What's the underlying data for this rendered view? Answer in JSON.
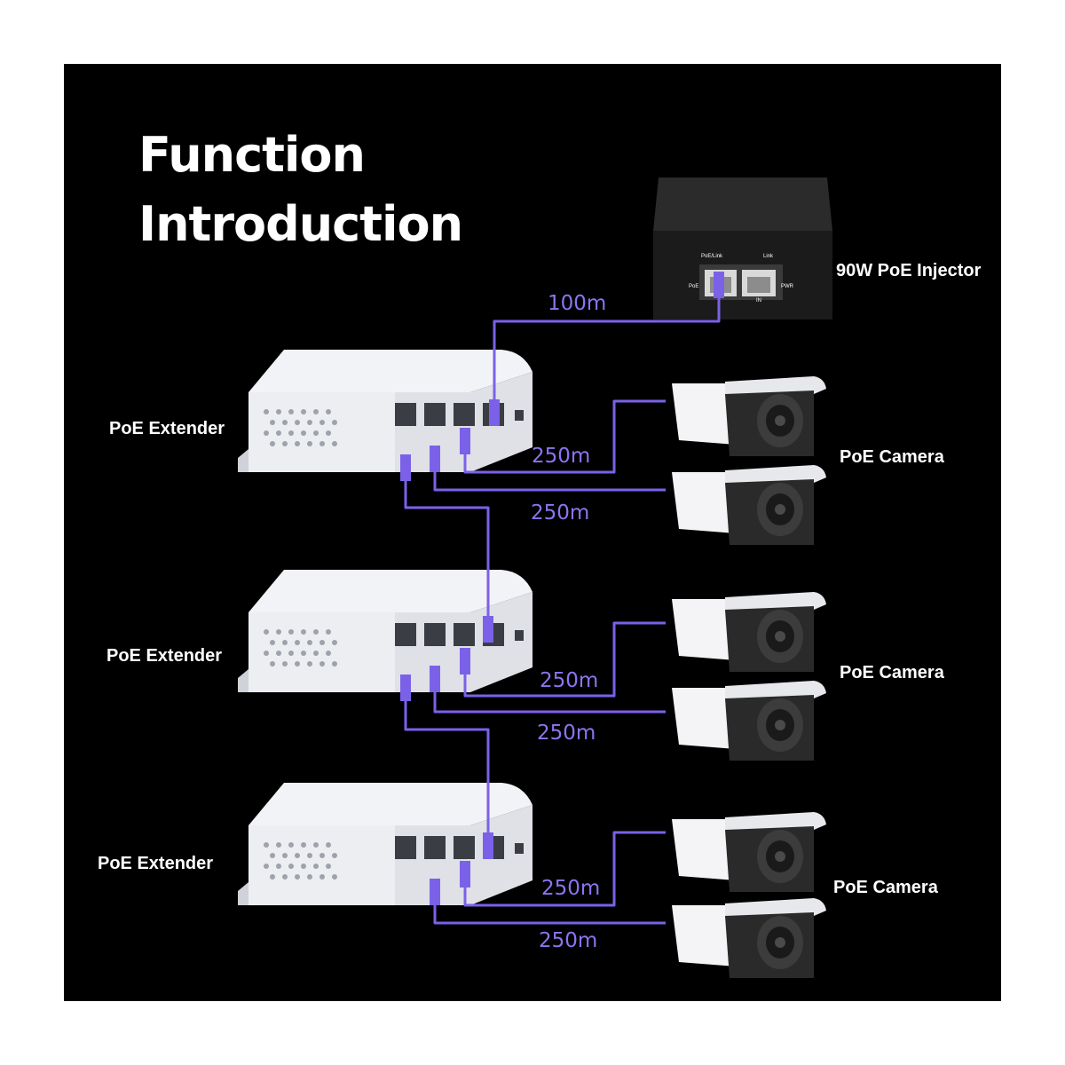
{
  "title": {
    "line1": "Function",
    "line2": "Introduction"
  },
  "colors": {
    "background": "#000000",
    "cable": "#7b61e8",
    "text": "#ffffff",
    "distance_text": "#8d74f0",
    "device_body": "#e9eaee",
    "camera_dark": "#2a2a2a",
    "injector_body": "#1b1b1b"
  },
  "injector": {
    "label": "90W PoE Injector",
    "ports": {
      "poe_link": "PoE/Link",
      "link": "Link",
      "poe": "PoE",
      "pwr": "PWR",
      "in": "IN"
    }
  },
  "extenders": [
    {
      "label": "PoE Extender"
    },
    {
      "label": "PoE Extender"
    },
    {
      "label": "PoE Extender"
    }
  ],
  "camera_groups": [
    {
      "label": "PoE Camera"
    },
    {
      "label": "PoE Camera"
    },
    {
      "label": "PoE Camera"
    }
  ],
  "distances": {
    "injector_to_extender": "100m",
    "group1_camera_a": "250m",
    "group1_camera_b": "250m",
    "group2_camera_a": "250m",
    "group2_camera_b": "250m",
    "group3_camera_a": "250m",
    "group3_camera_b": "250m"
  }
}
